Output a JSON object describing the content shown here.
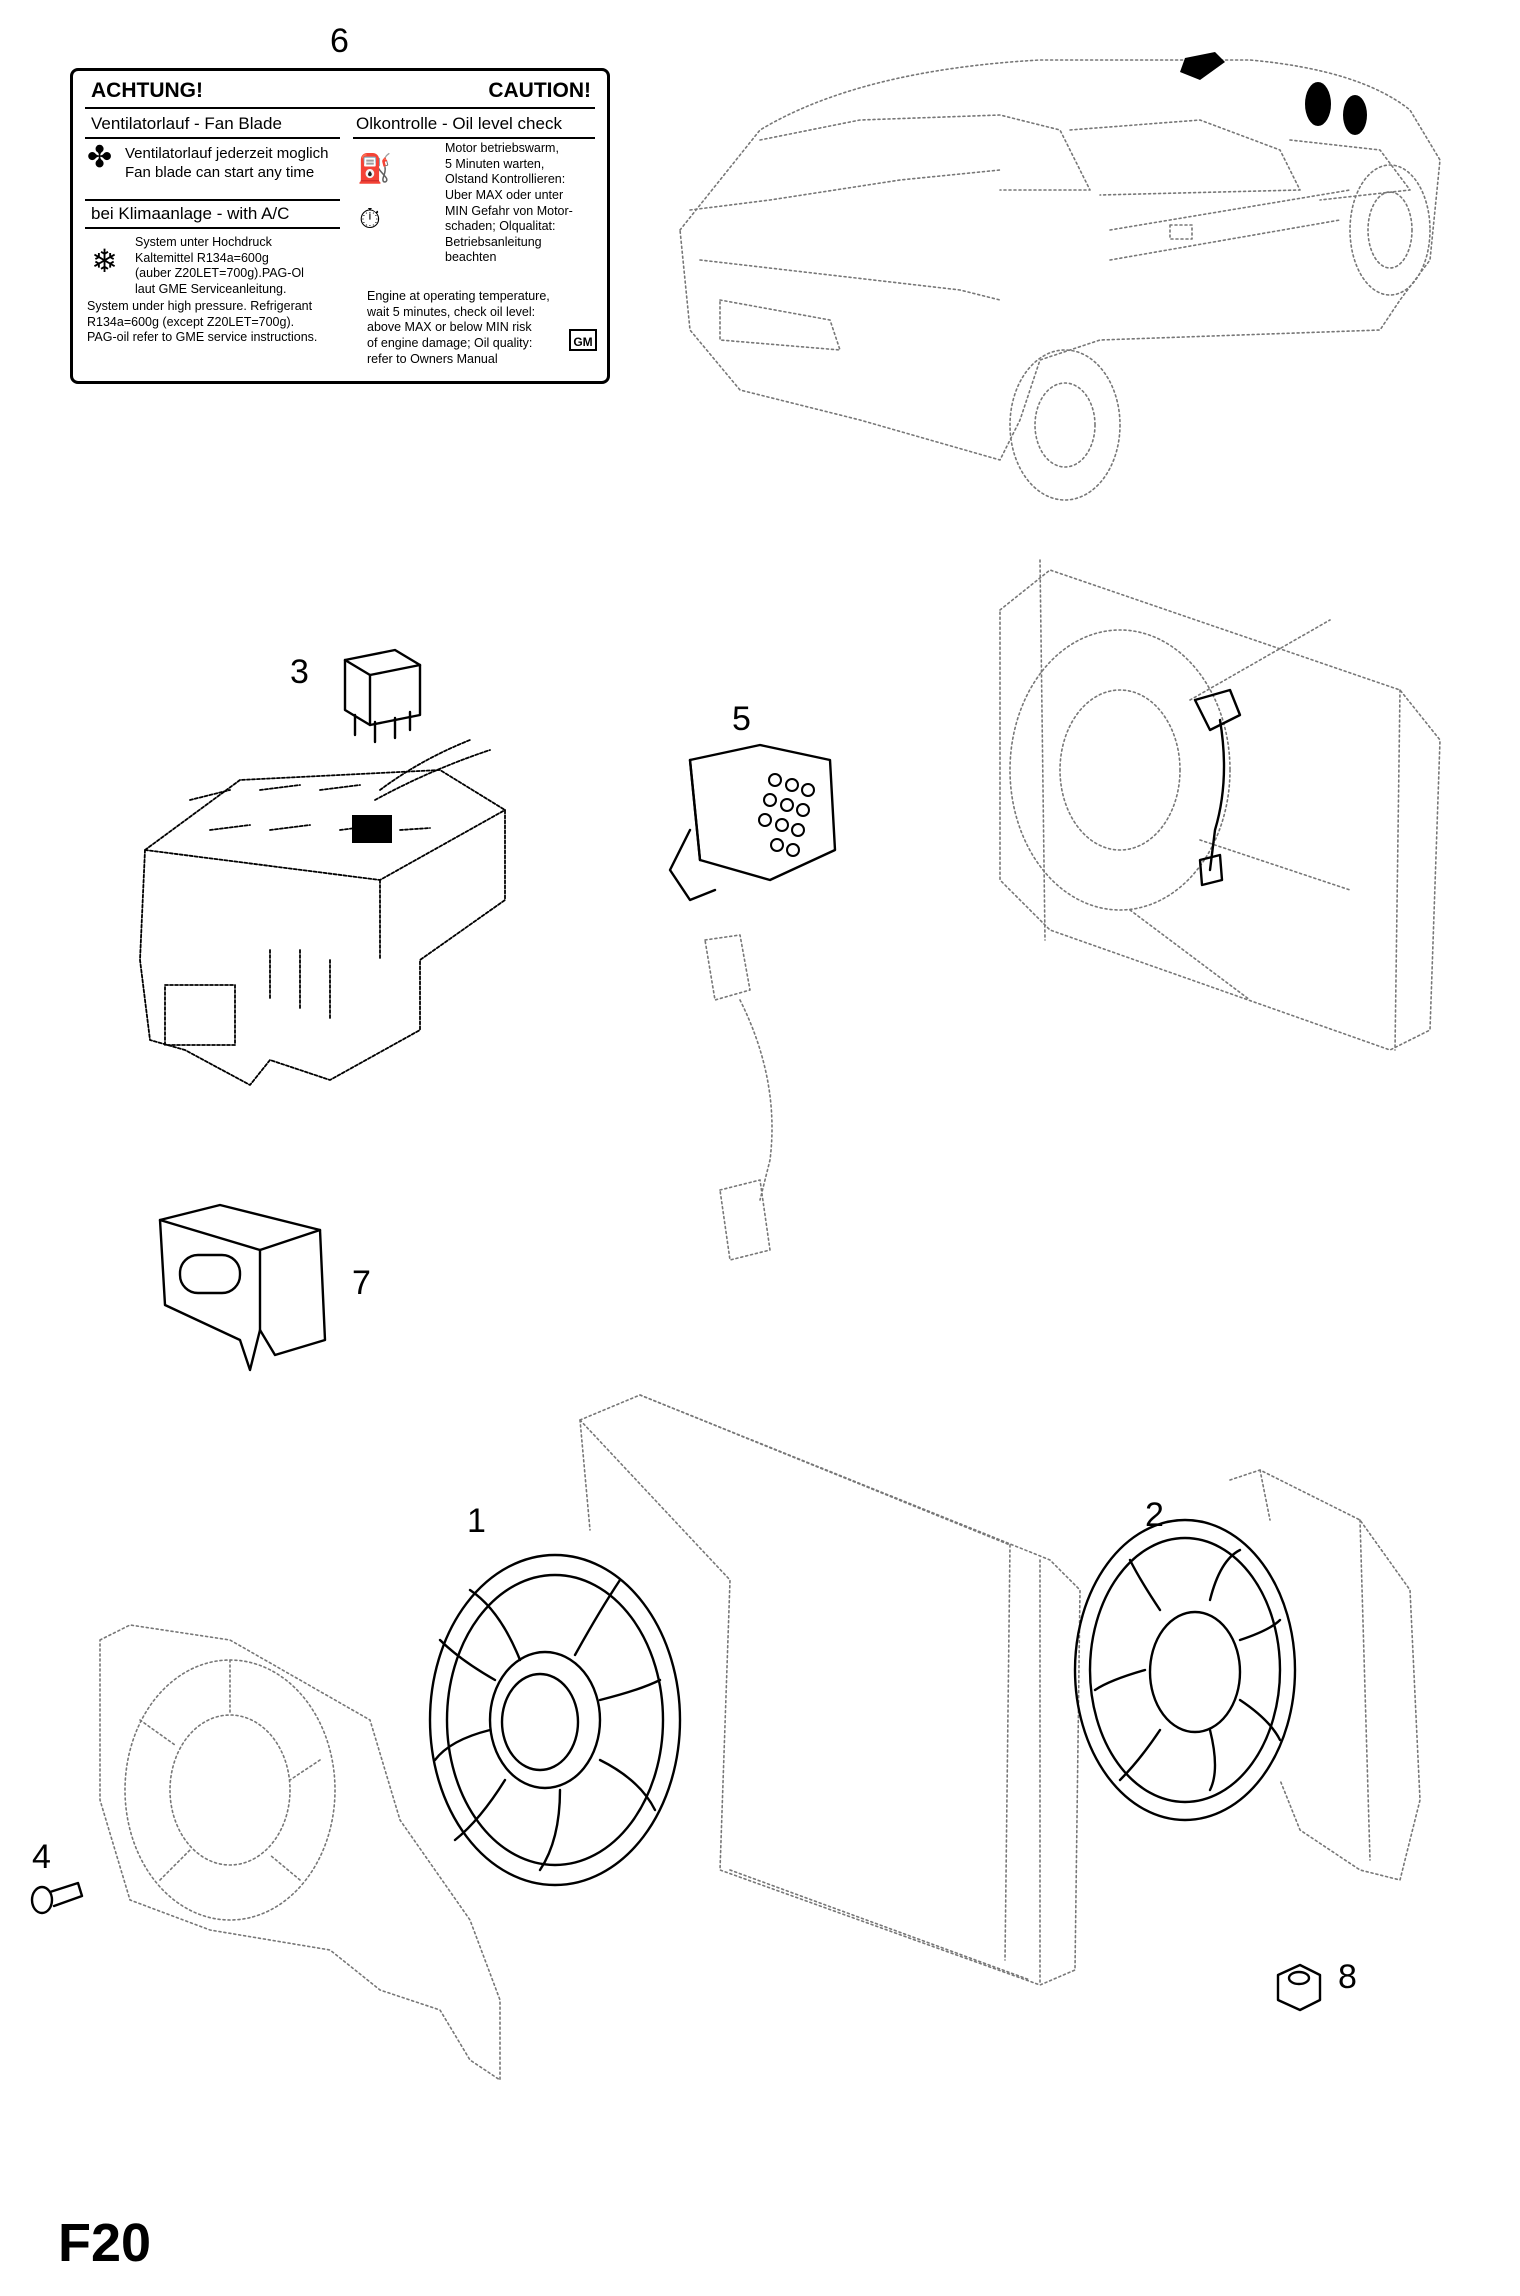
{
  "callouts": {
    "c1": "1",
    "c2": "2",
    "c3": "3",
    "c4": "4",
    "c5": "5",
    "c6": "6",
    "c7": "7",
    "c8": "8"
  },
  "page_code": "F20",
  "label": {
    "achtung": "ACHTUNG!",
    "caution": "CAUTION!",
    "fan_header": "Ventilatorlauf  -  Fan Blade",
    "oil_header": "Olkontrolle - Oil level check",
    "fan_text": "Ventilatorlauf jederzeit moglich\nFan blade can start any time",
    "ac_header": "bei Klimaanlage - with A/C",
    "ac_text_de": "System unter Hochdruck\nKaltemittel R134a=600g\n(auber Z20LET=700g).PAG-Ol\nlaut GME Serviceanleitung.",
    "ac_text_en": "System under high pressure. Refrigerant\nR134a=600g (except Z20LET=700g).\nPAG-oil refer to GME service instructions.",
    "oil_text_de": "Motor betriebswarm,\n5 Minuten warten,\nOlstand Kontrollieren:\nUber MAX oder unter\nMIN Gefahr von Motor-\nschaden; Olqualitat:\nBetriebsanleitung\nbeachten",
    "oil_text_en": "Engine at operating temperature,\nwait 5 minutes, check oil level:\nabove MAX or below MIN risk\nof engine damage; Oil quality:\nrefer to Owners Manual",
    "gm": "GM"
  },
  "icons": [
    "fan-icon",
    "oil-can-icon",
    "stopwatch-icon",
    "snowflake-icon"
  ]
}
